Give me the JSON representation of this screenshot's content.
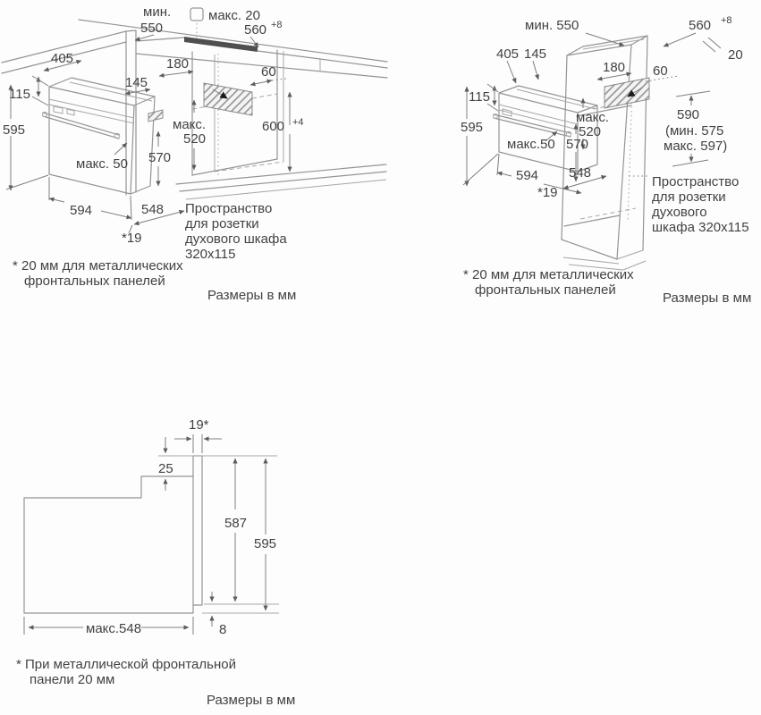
{
  "page": {
    "background": "#fdfdfd",
    "line_color": "#949494",
    "text_color": "#424242"
  },
  "units_label": "Размеры в мм",
  "footnote_metal": {
    "line1": "* 20 мм для металлических",
    "line2": "фронтальных панелей"
  },
  "undercounter": {
    "min_label": "мин.",
    "min_value": "550",
    "gap_square_label": "макс. 20",
    "top_width": "560",
    "top_width_sup": "+8",
    "oven_top_depth": "405",
    "vent_width": "180",
    "socket_offset": "60",
    "rear_gap": "145",
    "panel_height": "115",
    "oven_height": "595",
    "niche_height_l1": "макс.",
    "niche_height_l2": "520",
    "niche_depth": "570",
    "handle_depth": "макс. 50",
    "niche_total_height": "600",
    "niche_total_height_sup": "+4",
    "oven_width": "594",
    "oven_depth": "548",
    "front_gap": "*19",
    "socket_note": [
      "Пространство",
      "для розетки",
      "духового шкафа",
      "320x115"
    ]
  },
  "tall_cabinet": {
    "min_depth": "мин. 550",
    "top_width": "560",
    "top_width_sup": "+8",
    "oven_top_depth": "405",
    "rear_gap": "145",
    "back_gap": "20",
    "vent_width": "180",
    "socket_offset": "60",
    "panel_height": "115",
    "oven_height": "595",
    "niche_height_l1": "макс.",
    "niche_height_l2": "520",
    "niche_depth": "570",
    "handle_depth": "макс.50",
    "niche_h": "590",
    "niche_h_min": "(мин. 575",
    "niche_h_max": "макс. 597)",
    "oven_width": "594",
    "oven_depth": "548",
    "front_gap": "*19",
    "socket_note": [
      "Пространство",
      "для розетки",
      "духового",
      "шкафа 320x115"
    ]
  },
  "profile": {
    "front_gap": "19*",
    "top_inset": "25",
    "door_height": "587",
    "body_height": "595",
    "body_depth": "макс.548",
    "bottom_gap": "8",
    "footnote": [
      "* При металлической фронтальной",
      "панели 20 мм"
    ]
  }
}
